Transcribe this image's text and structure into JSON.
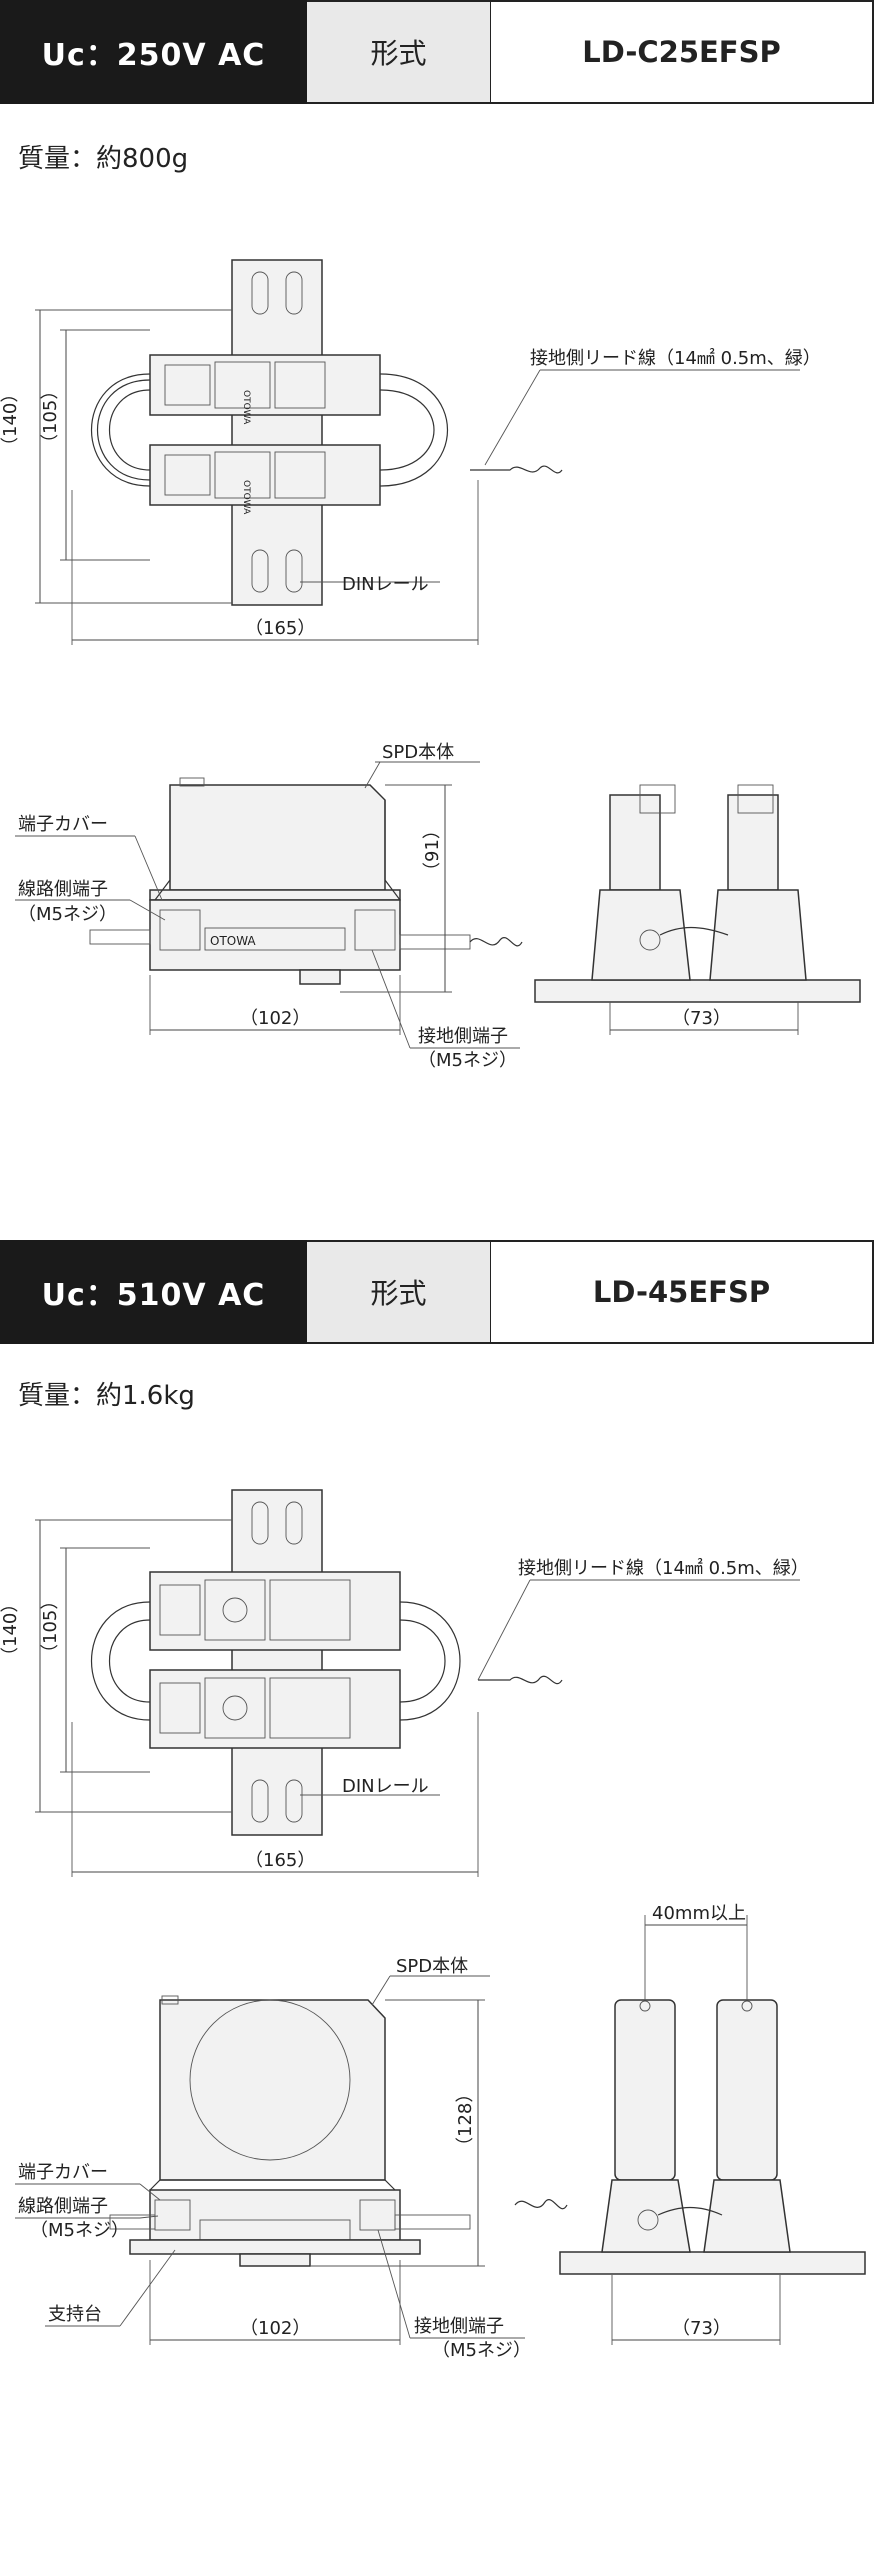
{
  "section1": {
    "uc": "Uc：250V AC",
    "kind_label": "形式",
    "model": "LD-C25EFSP",
    "weight": "質量：約800g",
    "top_view": {
      "dim_height_outer": "（140）",
      "dim_height_inner": "（105）",
      "dim_width": "（165）",
      "ground_lead": "接地側リード線（14㎟ 0.5m、緑）",
      "din_rail": "DINレール"
    },
    "side_view": {
      "spd_body": "SPD本体",
      "terminal_cover": "端子カバー",
      "line_terminal": "線路側端子",
      "line_terminal_screw": "（M5ネジ）",
      "ground_terminal": "接地側端子",
      "ground_terminal_screw": "（M5ネジ）",
      "dim_height": "（91）",
      "dim_width": "（102）",
      "brand": "OTOWA"
    },
    "end_view": {
      "dim_width": "（73）"
    }
  },
  "section2": {
    "uc": "Uc：510V AC",
    "kind_label": "形式",
    "model": "LD-45EFSP",
    "weight": "質量：約1.6kg",
    "top_view": {
      "dim_height_outer": "（140）",
      "dim_height_inner": "（105）",
      "dim_width": "（165）",
      "ground_lead": "接地側リード線（14㎟ 0.5m、緑）",
      "din_rail": "DINレール"
    },
    "side_view": {
      "spd_body": "SPD本体",
      "terminal_cover": "端子カバー",
      "line_terminal": "線路側端子",
      "line_terminal_screw": "（M5ネジ）",
      "support": "支持台",
      "ground_terminal": "接地側端子",
      "ground_terminal_screw": "（M5ネジ）",
      "dim_height": "（128）",
      "dim_width": "（102）"
    },
    "end_view": {
      "spacing": "40mm以上",
      "dim_width": "（73）"
    }
  }
}
